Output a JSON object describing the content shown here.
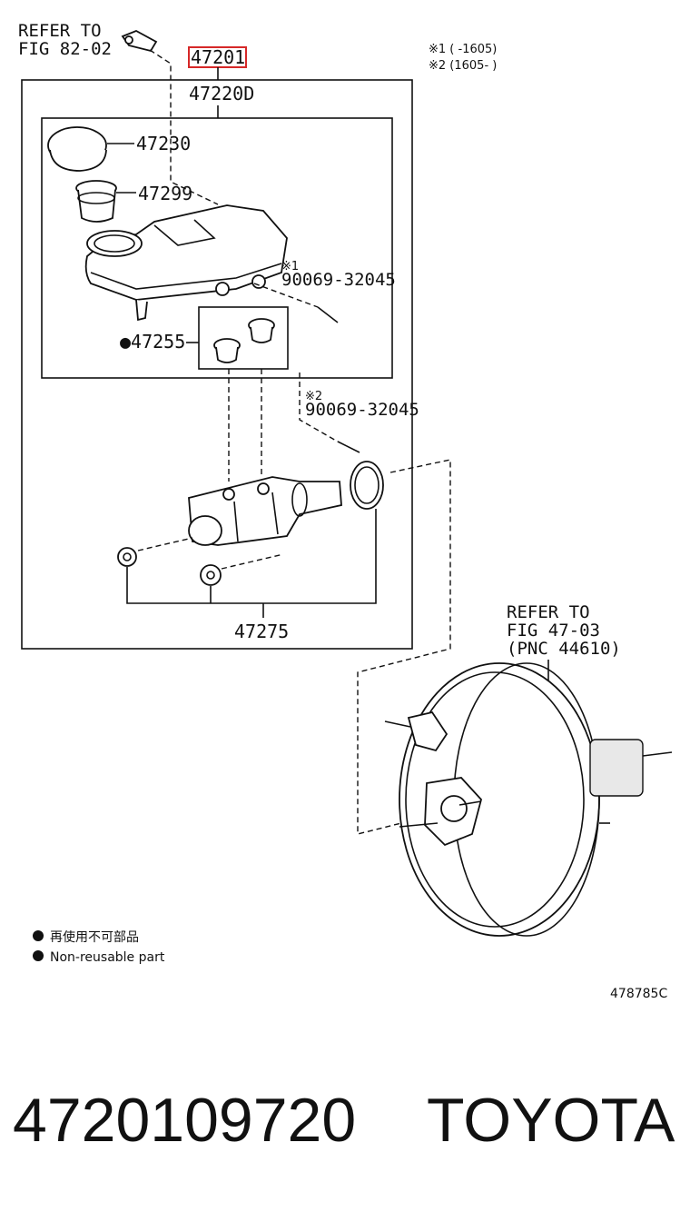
{
  "refs": {
    "fig82": [
      "REFER TO",
      "FIG 82-02"
    ],
    "fig47": [
      "REFER TO",
      "FIG 47-03",
      "(PNC 44610)"
    ]
  },
  "notes": {
    "n1": "※1 (       -1605)",
    "n2": "※2 (1605-       )"
  },
  "highlight_color": "#d62828",
  "labels": {
    "p47201": "47201",
    "p47220d": "47220D",
    "p47230": "47230",
    "p47299": "47299",
    "n1mark": "※1",
    "p90069a": "90069-32045",
    "p47255": "●47255",
    "n2mark": "※2",
    "p90069b": "90069-32045",
    "p47275": "47275"
  },
  "legend": {
    "jp": "再使用不可部品",
    "en": "Non-reusable part"
  },
  "figure_code": "478785C",
  "footer": {
    "part_number": "4720109720",
    "brand": "TOYOTA"
  }
}
